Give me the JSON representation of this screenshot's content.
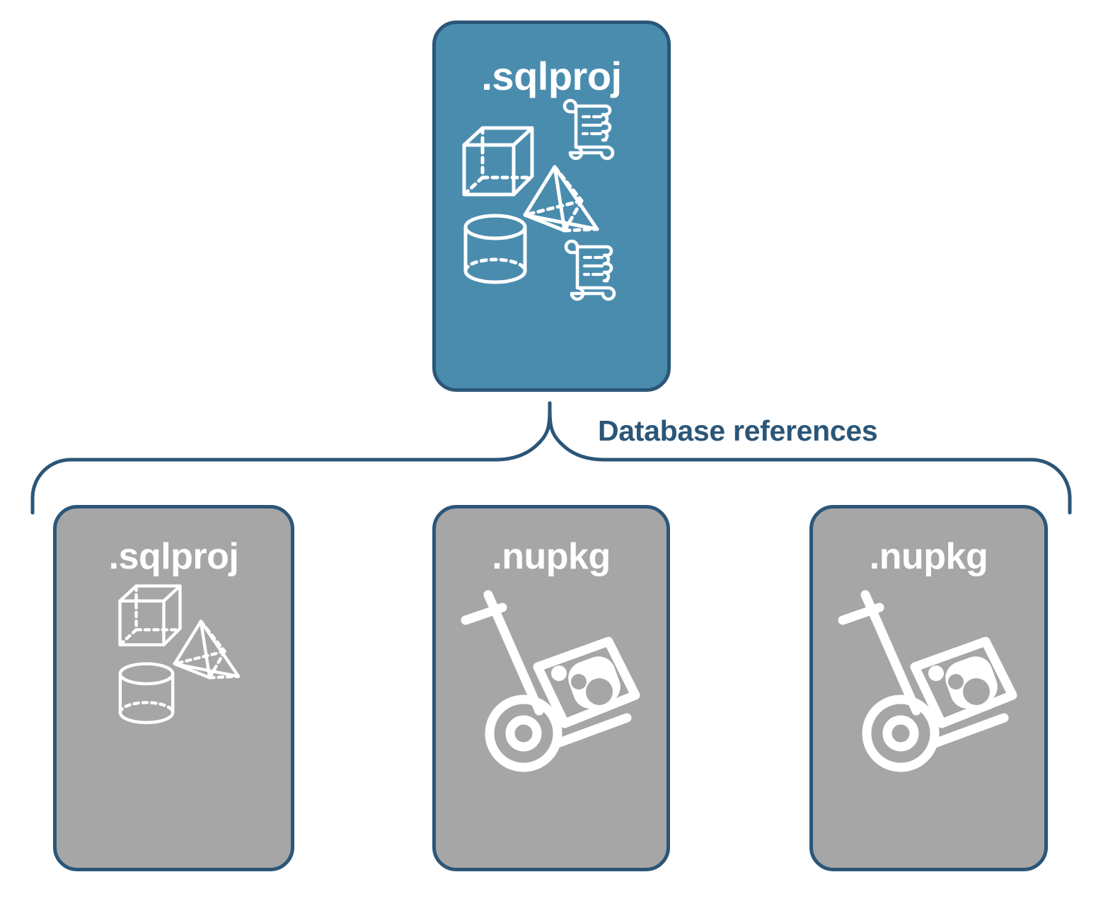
{
  "diagram": {
    "title_label": "Database references",
    "colors": {
      "primary_card_fill": "#4a8cae",
      "secondary_card_fill": "#a6a6a6",
      "border": "#2b5678",
      "label_text": "#2b5678",
      "card_text": "#ffffff"
    }
  },
  "main_card": {
    "title": ".sqlproj",
    "type": "primary",
    "icons": [
      {
        "name": "cube-icon",
        "label": "3D cube"
      },
      {
        "name": "pyramid-icon",
        "label": "3D pyramid"
      },
      {
        "name": "cylinder-icon",
        "label": "3D cylinder"
      },
      {
        "name": "script-scroll-icon",
        "label": "SQL script scroll"
      },
      {
        "name": "script-scroll-icon",
        "label": "SQL script scroll"
      }
    ]
  },
  "reference_cards": [
    {
      "title": ".sqlproj",
      "type": "secondary",
      "icon_set": "shapes",
      "icons": [
        {
          "name": "cube-icon",
          "label": "3D cube"
        },
        {
          "name": "pyramid-icon",
          "label": "3D pyramid"
        },
        {
          "name": "cylinder-icon",
          "label": "3D cylinder"
        }
      ]
    },
    {
      "title": ".nupkg",
      "type": "secondary",
      "icon_set": "package",
      "icons": [
        {
          "name": "hand-truck-package-icon",
          "label": "Hand truck with NuGet package"
        }
      ]
    },
    {
      "title": ".nupkg",
      "type": "secondary",
      "icon_set": "package",
      "icons": [
        {
          "name": "hand-truck-package-icon",
          "label": "Hand truck with NuGet package"
        }
      ]
    }
  ]
}
